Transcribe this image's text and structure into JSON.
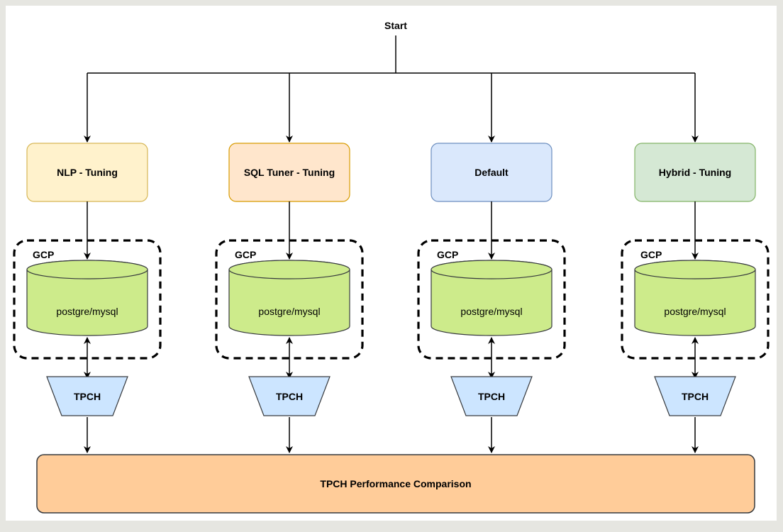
{
  "start_label": "Start",
  "columns": [
    {
      "tuning_label": "NLP - Tuning",
      "fill": "#fff2cc",
      "stroke": "#d6b656",
      "cloud_label": "GCP",
      "db_label": "postgre/mysql",
      "bench_label": "TPCH"
    },
    {
      "tuning_label": "SQL Tuner - Tuning",
      "fill": "#ffe6cc",
      "stroke": "#d79b00",
      "cloud_label": "GCP",
      "db_label": "postgre/mysql",
      "bench_label": "TPCH"
    },
    {
      "tuning_label": "Default",
      "fill": "#dae8fc",
      "stroke": "#6c8ebf",
      "cloud_label": "GCP",
      "db_label": "postgre/mysql",
      "bench_label": "TPCH"
    },
    {
      "tuning_label": "Hybrid - Tuning",
      "fill": "#d5e8d4",
      "stroke": "#82b366",
      "cloud_label": "GCP",
      "db_label": "postgre/mysql",
      "bench_label": "TPCH"
    }
  ],
  "comparison_label": "TPCH Performance Comparison",
  "colors": {
    "db_fill": "#cdeb8b",
    "db_stroke": "#36393d",
    "bench_fill": "#cce5ff",
    "bench_stroke": "#36393d",
    "comparison_fill": "#ffcc99",
    "comparison_stroke": "#36393d"
  }
}
